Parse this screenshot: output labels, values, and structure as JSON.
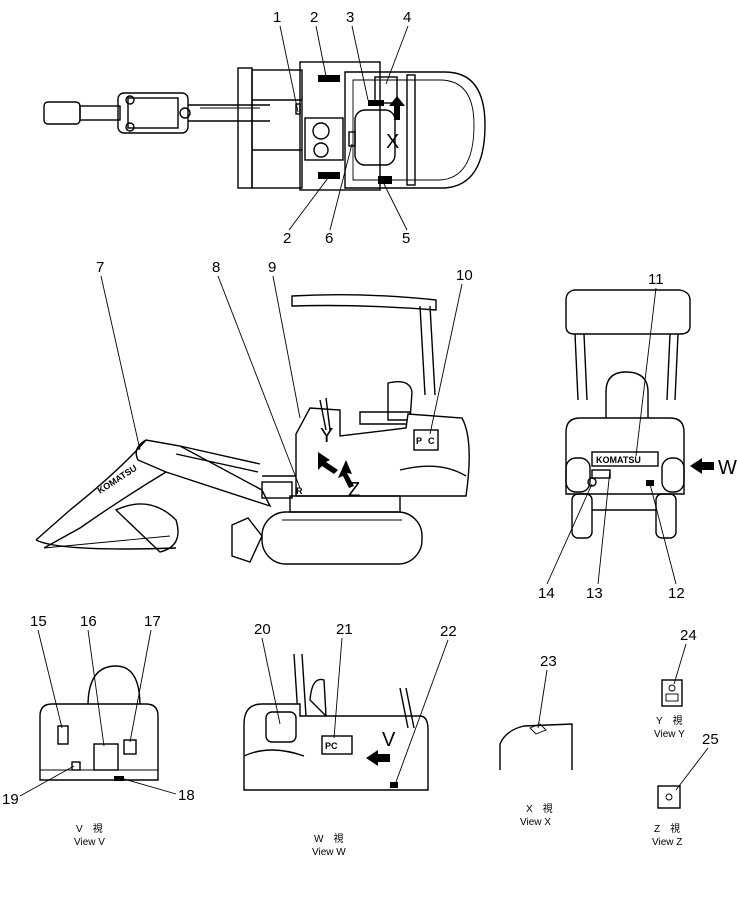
{
  "diagram": {
    "callouts": [
      "1",
      "2",
      "3",
      "4",
      "2",
      "6",
      "5",
      "7",
      "8",
      "9",
      "10",
      "11",
      "14",
      "13",
      "12",
      "15",
      "16",
      "17",
      "19",
      "18",
      "20",
      "21",
      "22",
      "23",
      "24",
      "25"
    ],
    "view_letters": [
      "X",
      "Y",
      "Z",
      "W",
      "V"
    ],
    "plates": {
      "pc": "PC",
      "pc_left": "P",
      "pc_right": "C",
      "brand_rear": "KOMATSU",
      "brand_arm": "KOMATSU",
      "r_mark": "R"
    },
    "captions": {
      "view_v_jp": "V　視",
      "view_v_en": "View  V",
      "view_w_jp": "W　視",
      "view_w_en": "View  W",
      "view_x_jp": "X　視",
      "view_x_en": "View  X",
      "view_y_jp": "Y　視",
      "view_y_en": "View  Y",
      "view_z_jp": "Z　視",
      "view_z_en": "View  Z"
    }
  }
}
